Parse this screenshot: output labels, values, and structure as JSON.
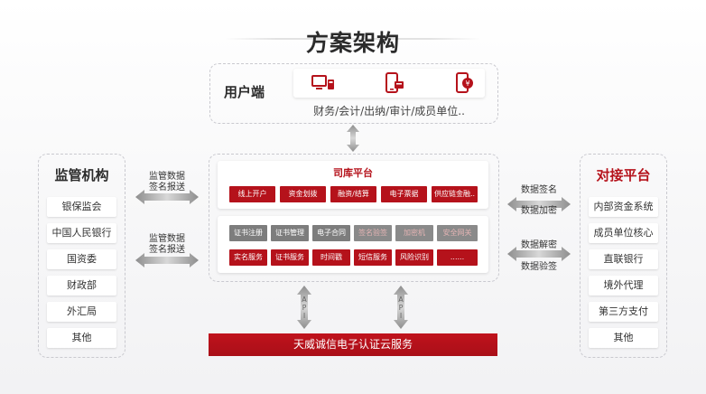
{
  "title": "方案架构",
  "user_end": {
    "label": "用户端",
    "icons": [
      "computer-terminal-icon",
      "mobile-app-icon",
      "mobile-payment-icon"
    ],
    "roles": "财务/会计/出纳/审计/成员单位.."
  },
  "regulators": {
    "title": "监管机构",
    "items": [
      "银保监会",
      "中国人民银行",
      "国资委",
      "财政部",
      "外汇局",
      "其他"
    ]
  },
  "connect_platform": {
    "title": "对接平台",
    "items": [
      "内部资金系统",
      "成员单位核心",
      "直联银行",
      "境外代理",
      "第三方支付",
      "其他"
    ]
  },
  "core": {
    "title": "司库平台",
    "row1": [
      "线上开户",
      "资金划拨",
      "融资/结算",
      "电子票据",
      "供应链金融.."
    ],
    "row2": [
      "证书注册",
      "证书管理",
      "电子合同",
      "签名验签",
      "加密机",
      "安全网关"
    ],
    "row3": [
      "实名服务",
      "证书服务",
      "时间戳",
      "短信服务",
      "风险识别",
      "......"
    ]
  },
  "left_flow": {
    "top": [
      "监管数据",
      "签名报送"
    ],
    "bottom": [
      "监管数据",
      "签名报送"
    ]
  },
  "right_flow": {
    "top": [
      "数据签名",
      "数据加密"
    ],
    "bottom": [
      "数据解密",
      "数据验签"
    ]
  },
  "api_label": [
    "A",
    "P",
    "I"
  ],
  "footer": "天威诚信电子认证云服务",
  "colors": {
    "accent": "#b5121b",
    "gray_cell": "#7d7d7d"
  }
}
